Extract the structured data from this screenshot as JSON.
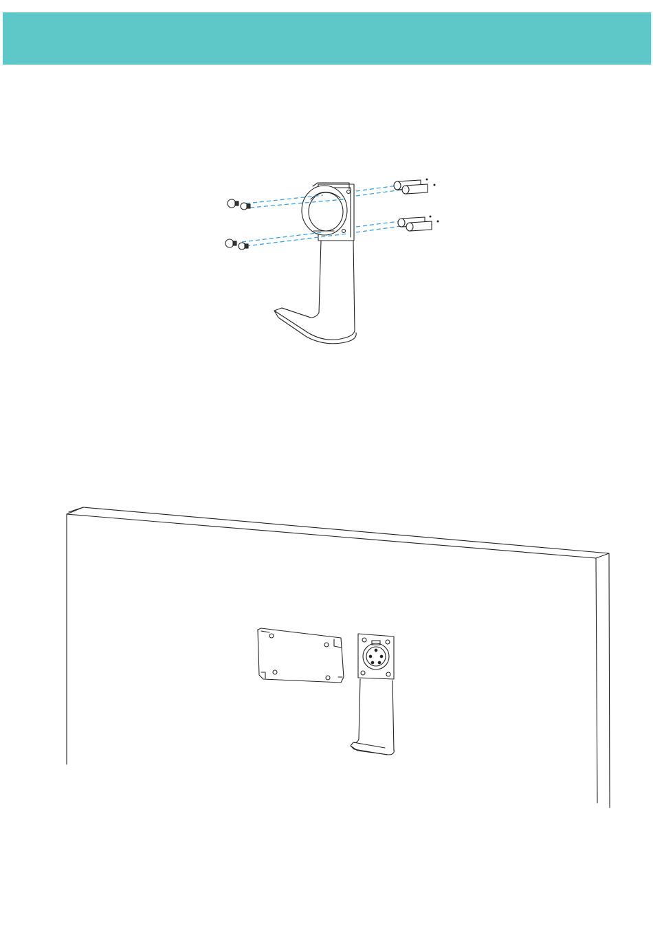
{
  "page": {
    "header_color": "#5ec7c7",
    "guide_line_color": "#3aa0e0"
  },
  "figures": [
    {
      "id": "exploded-bracket-assembly",
      "icon": "bracket-exploded-view-illustration"
    },
    {
      "id": "wall-mounted-bracket",
      "icon": "wall-installation-illustration"
    }
  ]
}
